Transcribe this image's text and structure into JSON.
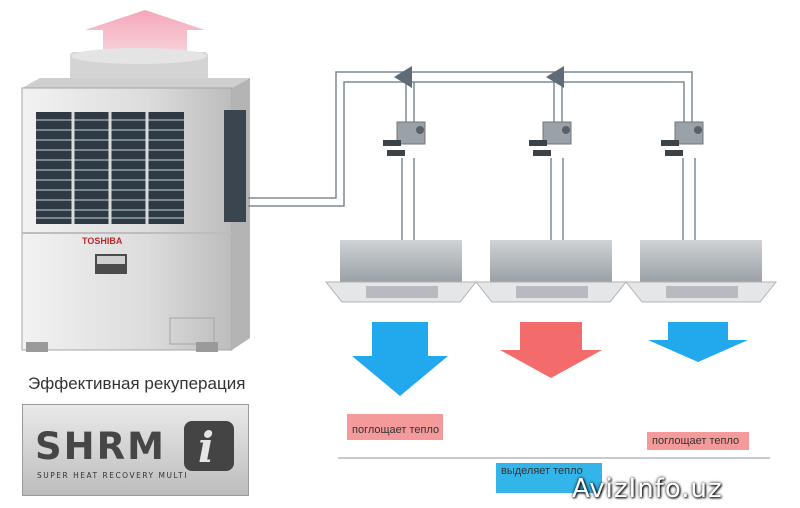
{
  "caption": "Эффективная рекуперация",
  "outdoor_unit": {
    "brand": "TOSHIBA"
  },
  "logo": {
    "title": "SHRM",
    "subtitle": "SUPER HEAT RECOVERY MULTI",
    "mark": "i"
  },
  "labels": {
    "absorbs_left": "поглощает тепло",
    "absorbs_right": "поглощает тепло",
    "releases": "выделяет тепло"
  },
  "watermark": "AvizInfo.uz",
  "colors": {
    "cool_arrow": "#22a8ec",
    "heat_arrow": "#f46b6b",
    "exhaust_arrow": "#f3b7c6"
  },
  "indoor_units": [
    {
      "airflow": "cool"
    },
    {
      "airflow": "heat"
    },
    {
      "airflow": "cool"
    }
  ]
}
